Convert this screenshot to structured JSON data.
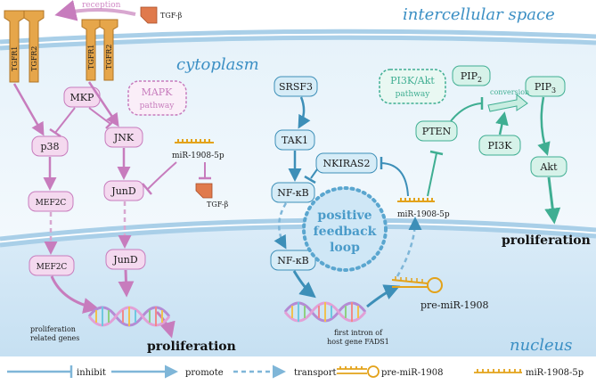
{
  "regions": {
    "intercellular": "intercellular space",
    "cytoplasm": "cytoplasm",
    "nucleus": "nucleus"
  },
  "receptors": {
    "left_r1": "TGFR1",
    "left_r2": "TGFR2",
    "right_r1": "TGFR1",
    "right_r2": "TGFR2",
    "reception": "reception",
    "ligand": "TGF-β"
  },
  "mapk": {
    "pathway_label_1": "MAPK",
    "pathway_label_2": "pathway",
    "mkp": "MKP",
    "p38": "p38",
    "jnk": "JNK",
    "mef2c_top": "MEF2C",
    "mef2c_bottom": "MEF2C",
    "jund_top": "JunD",
    "jund_bottom": "JunD",
    "mir_label": "miR-1908-5p",
    "tgfb_label": "TGF-β",
    "genes_line1": "proliferation",
    "genes_line2": "related genes",
    "proliferation": "proliferation"
  },
  "nfkb": {
    "srsf3": "SRSF3",
    "tak1": "TAK1",
    "nfkb_top": "NF-κB",
    "nfkb_bottom": "NF-κB",
    "nkiras2": "NKIRAS2",
    "loop_line1": "positive",
    "loop_line2": "feedback",
    "loop_line3": "loop",
    "intron_line1": "first intron of",
    "intron_line2": "host gene FADS1",
    "pre_mir": "pre-miR-1908",
    "mir_mature": "miR-1908-5p"
  },
  "pi3k": {
    "pathway_label_1": "PI3K/Akt",
    "pathway_label_2": "pathway",
    "pip2": "PIP",
    "pip2_sub": "2",
    "pip3": "PIP",
    "pip3_sub": "3",
    "conversion": "conversion",
    "pten": "PTEN",
    "pi3k": "PI3K",
    "akt": "Akt",
    "proliferation": "proliferation"
  },
  "legend": {
    "inhibit": "inhibit",
    "promote": "promote",
    "transport": "transport",
    "pre_mir": "pre-miR-1908",
    "mir": "miR-1908-5p"
  },
  "colors": {
    "mapk": "#c77cbd",
    "mapk_fill": "#f4d9ef",
    "nfkb": "#3d8fb8",
    "nfkb_fill": "#d6ecf7",
    "pi3k": "#3fae92",
    "pi3k_fill": "#d6f2e9",
    "mir": "#e3a21a",
    "receptor": "#e6a64a",
    "ligand": "#e07a4c"
  }
}
